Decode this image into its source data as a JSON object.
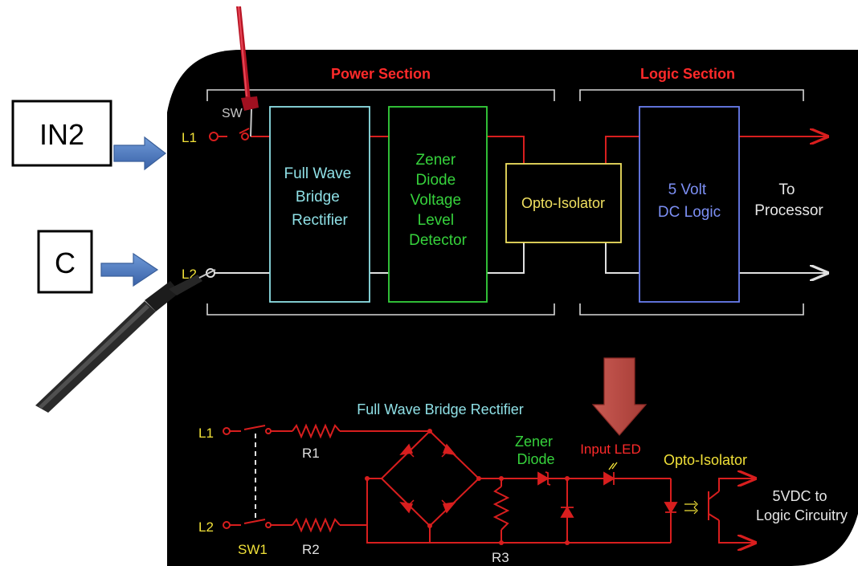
{
  "sections": {
    "power": "Power Section",
    "logic": "Logic Section"
  },
  "block_diagram": {
    "sw": "SW",
    "l1": "L1",
    "l2": "L2",
    "rectifier": [
      "Full Wave",
      "Bridge",
      "Rectifier"
    ],
    "zener": [
      "Zener",
      "Diode",
      "Voltage",
      "Level",
      "Detector"
    ],
    "opto": "Opto-Isolator",
    "logic": [
      "5 Volt",
      "DC Logic"
    ],
    "to_processor": [
      "To",
      "Processor"
    ]
  },
  "callouts": {
    "in2": "IN2",
    "c": "C"
  },
  "schematic": {
    "l1": "L1",
    "l2": "L2",
    "r1": "R1",
    "r2": "R2",
    "r3": "R3",
    "sw1": "SW1",
    "bridge_title": "Full Wave Bridge Rectifier",
    "zener": [
      "Zener",
      "Diode"
    ],
    "input_led": "Input LED",
    "opto": "Opto-Isolator",
    "output": [
      "5VDC to",
      "Logic Circuitry"
    ]
  },
  "colors": {
    "background": "#000000",
    "wire_red": "#d81e1e",
    "wire_white": "#e0e0e0",
    "section_title": "#ff2a2a",
    "rectifier_box": "#8fe0e6",
    "zener_box": "#36d23c",
    "opto_box": "#f0e060",
    "logic_box": "#6a7ef0",
    "label_yellow": "#f0e038",
    "callout_arrow_blue": "#4a78c0",
    "callout_arrow_red": "#c04a44"
  }
}
